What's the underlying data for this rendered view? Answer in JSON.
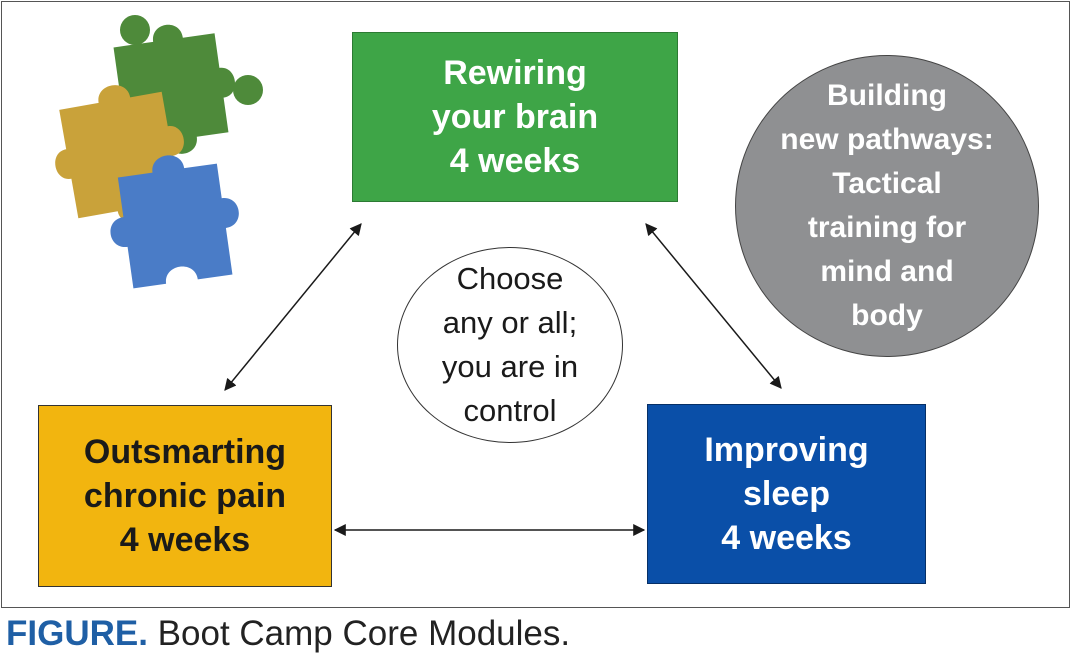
{
  "modules": {
    "brain": {
      "lines": [
        "Rewiring",
        "your brain",
        "4 weeks"
      ],
      "color": "#3ea547"
    },
    "pain": {
      "lines": [
        "Outsmarting",
        "chronic pain",
        "4 weeks"
      ],
      "color": "#f2b50f"
    },
    "sleep": {
      "lines": [
        "Improving",
        "sleep",
        "4 weeks"
      ],
      "color": "#0a4fa8"
    }
  },
  "center": {
    "lines": [
      "Choose",
      "any or all;",
      "you are in",
      "control"
    ]
  },
  "pathways": {
    "lines": [
      "Building",
      "new pathways:",
      "Tactical",
      "training for",
      "mind and",
      "body"
    ],
    "color": "#8f9092"
  },
  "caption": {
    "label": "FIGURE.",
    "text": " Boot Camp Core Modules."
  },
  "puzzle": {
    "colors": [
      "#4e8a3a",
      "#c9a23a",
      "#4a7cc7"
    ]
  }
}
